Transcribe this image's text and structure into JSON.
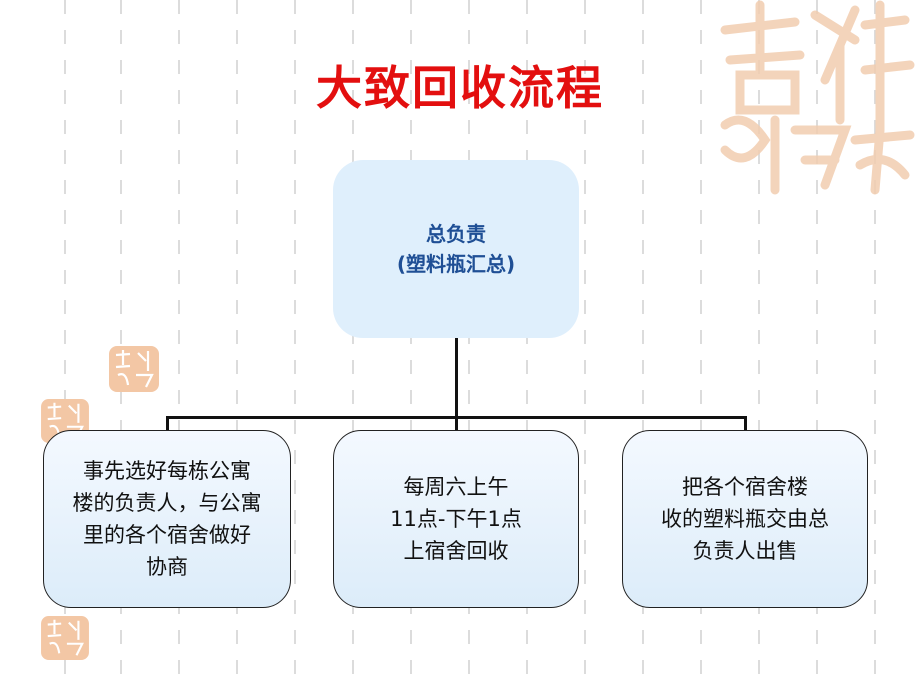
{
  "title": "大致回收流程",
  "top_node": {
    "line1": "总负责",
    "line2": "(塑料瓶汇总)"
  },
  "children": [
    {
      "lines": [
        "事先选好每栋公寓",
        "楼的负责人，与公寓",
        "里的各个宿舍做好",
        "协商"
      ]
    },
    {
      "lines": [
        "每周六上午",
        "11点-下午1点",
        "上宿舍回收"
      ]
    },
    {
      "lines": [
        "把各个宿舍楼",
        "收的塑料瓶交由总",
        "负责人出售"
      ]
    }
  ],
  "colors": {
    "title": "#e30f0f",
    "top_text": "#1f4f95",
    "seal": "#f2c9a8"
  },
  "decor": {
    "seal_icon": "seal-icon"
  }
}
